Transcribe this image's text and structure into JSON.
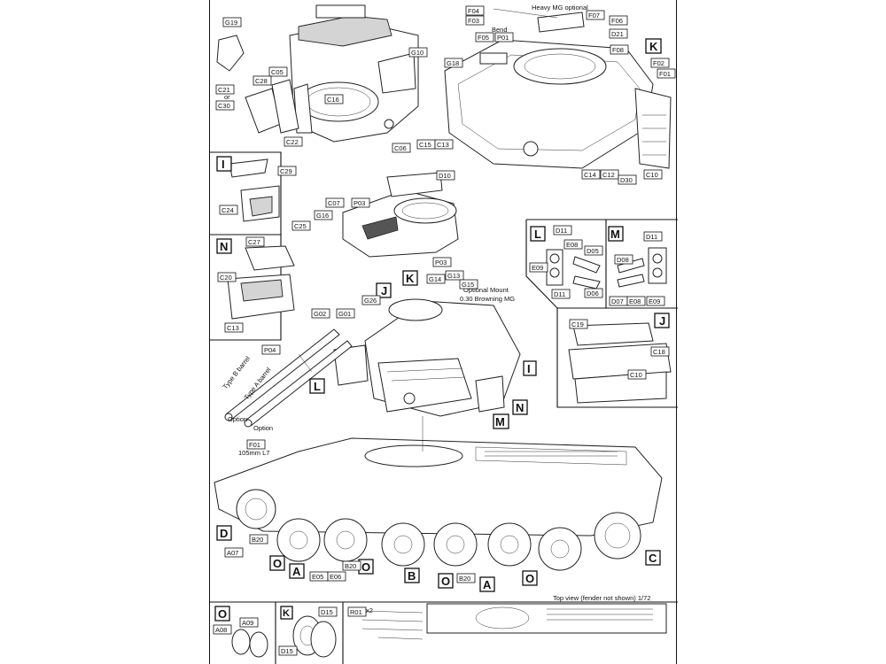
{
  "annotations": {
    "heavy_mg": "Heavy MG optional",
    "bend": "Bend",
    "optional_mount_1": "Optional Mount",
    "optional_mount_2": "0.30 Browning MG",
    "type_b_barrel": "Type B barrel",
    "type_a_barrel": "Type A barrel",
    "option_left": "Option",
    "option_right": "Option",
    "gun_105": "105mm L7",
    "or_text": "or",
    "x2": "x2",
    "top_view": "Top view (fender not shown) 1/72"
  },
  "step_labels": [
    "K",
    "I",
    "N",
    "L",
    "M",
    "J",
    "K",
    "J",
    "L",
    "M",
    "N",
    "I",
    "D",
    "O",
    "A",
    "O",
    "B",
    "O",
    "A",
    "O",
    "C",
    "O",
    "K"
  ],
  "part_labels": [
    "G19",
    "C05",
    "C28",
    "C21",
    "C30",
    "C22",
    "G10",
    "C16",
    "C06",
    "C15",
    "C13",
    "F04",
    "F03",
    "P01",
    "F05",
    "F07",
    "F06",
    "D21",
    "F08",
    "F02",
    "F01",
    "G18",
    "C14",
    "C12",
    "D30",
    "C10",
    "C29",
    "C24",
    "C25",
    "D10",
    "C07",
    "P03",
    "G16",
    "P03",
    "C27",
    "C20",
    "C13",
    "D11",
    "E08",
    "D05",
    "E09",
    "D11",
    "D06",
    "D11",
    "D08",
    "D07",
    "E08",
    "E09",
    "G14",
    "G13",
    "G15",
    "G26",
    "G02",
    "G01",
    "P04",
    "C19",
    "C18",
    "C10",
    "F01",
    "B20",
    "A07",
    "E05",
    "E06",
    "B20",
    "B20",
    "A08",
    "A09",
    "D15",
    "D15",
    "R01"
  ]
}
